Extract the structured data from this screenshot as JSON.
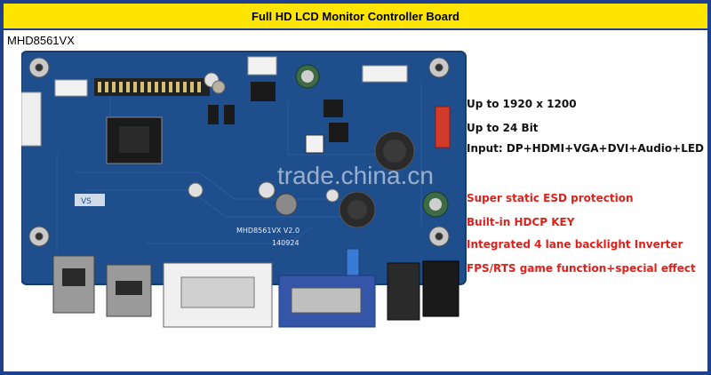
{
  "title": "Full HD LCD Monitor Controller Board",
  "model": "MHD8561VX",
  "board": {
    "silkscreen_model": "MHD8561VX  V2.0",
    "silkscreen_date": "140924",
    "silkscreen_vs": "VS",
    "watermark": "trade.china.cn"
  },
  "specs": [
    {
      "text": "Up to 1920 x 1200"
    },
    {
      "text": "Up to 24 Bit"
    },
    {
      "text": "Input: DP+HDMI+VGA+DVI+Audio+LED"
    }
  ],
  "features": [
    {
      "text": "Super static ESD protection"
    },
    {
      "text": "Built-in HDCP KEY"
    },
    {
      "text": "Integrated 4 lane backlight Inverter"
    },
    {
      "text": "FPS/RTS game function+special effect"
    }
  ],
  "colors": {
    "frame": "#1f3f8f",
    "title_bar": "#fde500",
    "feature_text": "#e0201a",
    "pcb": "#1f4e8c"
  }
}
